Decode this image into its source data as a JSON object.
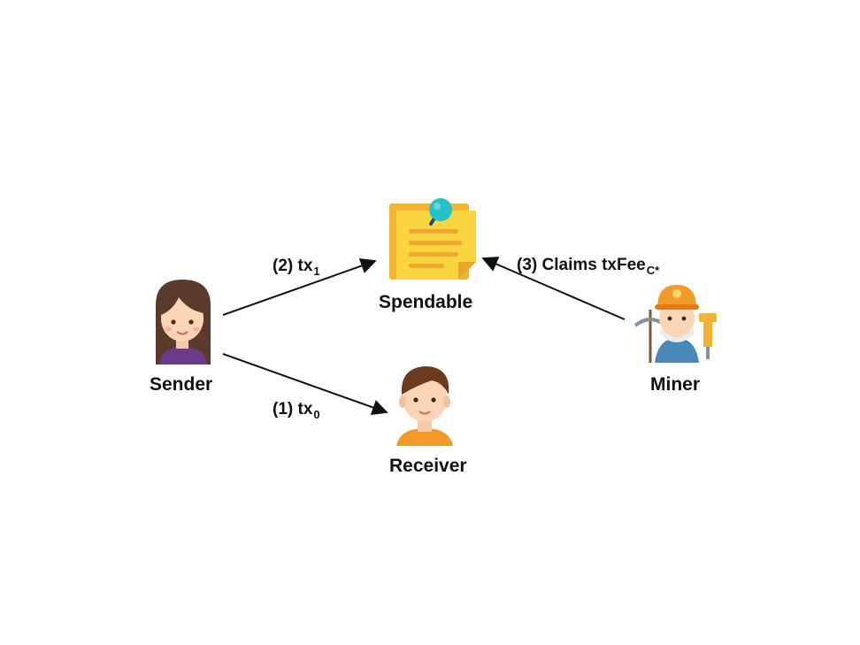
{
  "nodes": {
    "sender": "Sender",
    "spendable": "Spendable",
    "receiver": "Receiver",
    "miner": "Miner"
  },
  "edges": {
    "tx0": {
      "text": "(1) tx",
      "sub": "0"
    },
    "tx1": {
      "text": "(2) tx",
      "sub": "1"
    },
    "claim": {
      "text": "(3) Claims txFee",
      "sub": "C*"
    }
  }
}
